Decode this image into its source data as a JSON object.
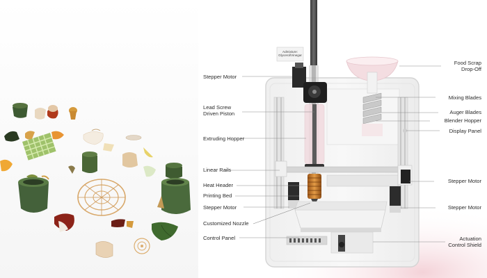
{
  "diagram": {
    "labels_left": {
      "stepper_motor_top": "Stepper Motor",
      "lead_screw": [
        "Lead Screw",
        "Driven Piston"
      ],
      "extruding_hopper": "Extruding Hopper",
      "linear_rails": "Linear Rails",
      "heat_header": "Heat Header",
      "printing_bed": "Printing Bed",
      "stepper_motor_bottom": "Stepper Motor",
      "customized_nozzle": "Customized Nozzle",
      "control_panel": "Control Panel"
    },
    "labels_right": {
      "food_scrap": [
        "Food Scrap",
        "Drop-Off"
      ],
      "mixing_blades": "Mixing Blades",
      "auger_blades": "Auger Blades",
      "blender_hopper": "Blender Hopper",
      "display_panel": "Display Panel",
      "stepper_motor_right_top": "Stepper Motor",
      "stepper_motor_right_bottom": "Stepper Motor",
      "actuation_control": [
        "Actuation",
        "Control Shield"
      ]
    },
    "small_tag": [
      "Admixture:",
      "Glycerol/Vinegar"
    ]
  },
  "colors": {
    "frame": "#dcdcdc",
    "accent_pink": "#f2d9dd",
    "copper": "#c9772a",
    "seaweed_green": "#4f6b3a",
    "leader_line": "#8a8a8a"
  }
}
